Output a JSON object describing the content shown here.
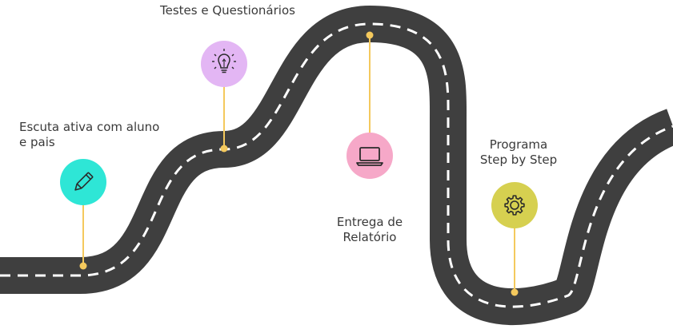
{
  "milestones": [
    {
      "id": "escuta",
      "lines": [
        "Escuta ativa com aluno",
        "e pais"
      ],
      "icon": "pencil-icon",
      "color": "#2EE6D6"
    },
    {
      "id": "testes",
      "lines": [
        "Testes e Questionários"
      ],
      "icon": "lightbulb-icon",
      "color": "#E3B6F4"
    },
    {
      "id": "entrega",
      "lines": [
        "Entrega de",
        "Relatório"
      ],
      "icon": "laptop-icon",
      "color": "#F6A8C8"
    },
    {
      "id": "programa",
      "lines": [
        "Programa",
        "Step by Step"
      ],
      "icon": "gear-icon",
      "color": "#D6D050"
    }
  ],
  "colors": {
    "road": "#3f3f3f",
    "road_dash": "#ffffff",
    "connector": "#F4C95D",
    "text": "#3a3a3a",
    "icon_stroke": "#2b2b2b"
  }
}
